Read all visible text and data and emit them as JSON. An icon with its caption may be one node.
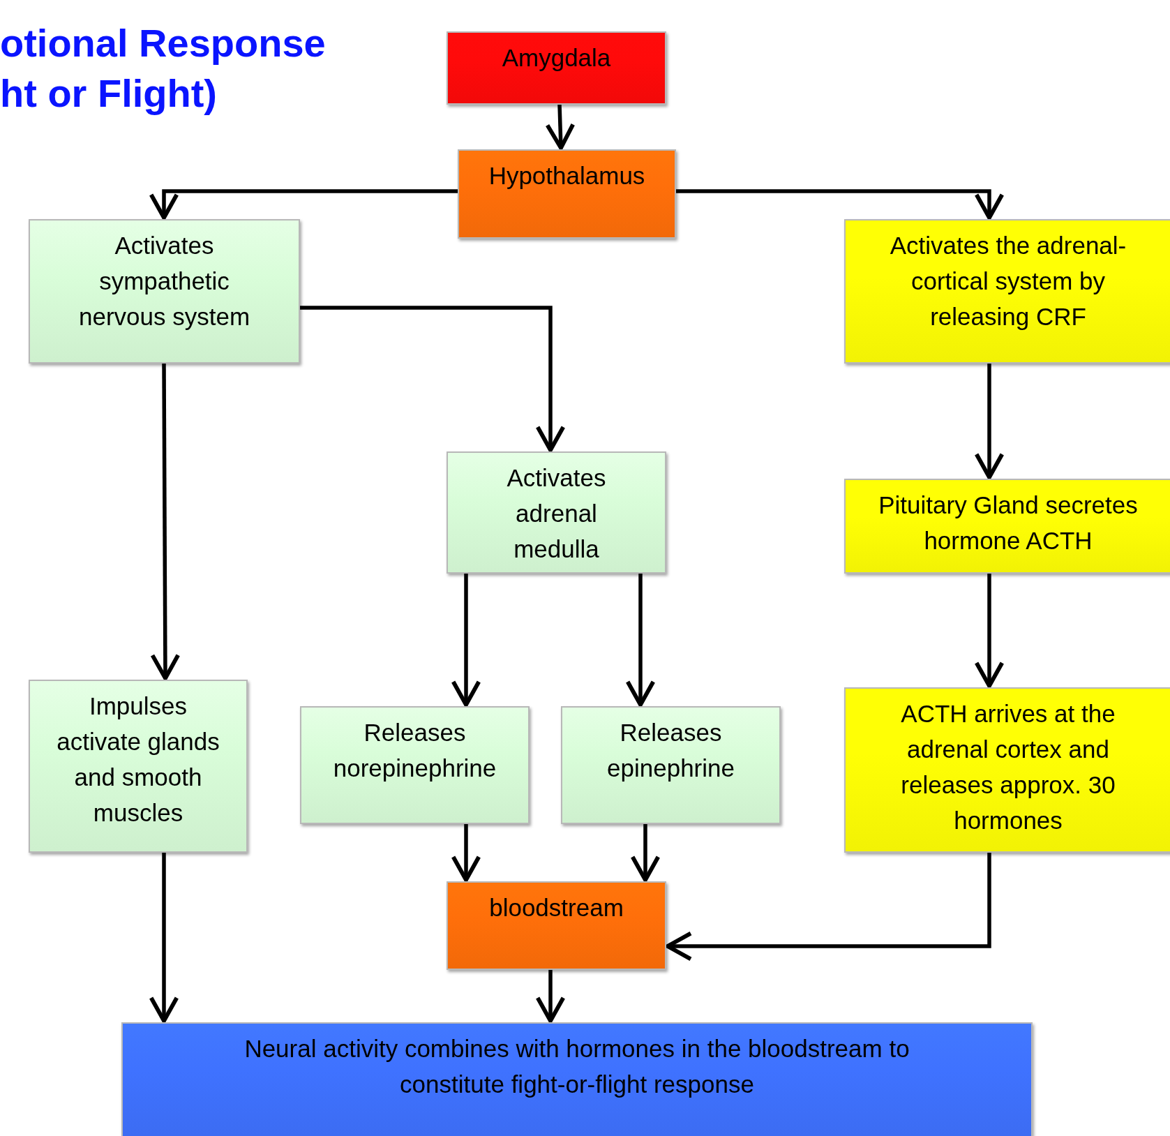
{
  "diagram": {
    "title": "otional Response ht or Flight)",
    "nodes": [
      {
        "text": [
          "Amygdala"
        ]
      },
      {
        "text": [
          "Hypothalamus"
        ]
      },
      {
        "text": [
          "Activates sympathetic nervous system"
        ]
      },
      {
        "text": [
          "Activates the adrenal-cortical system by releasing CRF"
        ]
      },
      {
        "text": [
          "Activates adrenal medulla"
        ]
      },
      {
        "text": [
          "Pituitary Gland secretes hormone ACTH"
        ]
      },
      {
        "text": [
          "Impulses activate glands and smooth muscles"
        ]
      },
      {
        "text": [
          "Releases norepinephrine"
        ]
      },
      {
        "text": [
          "Releases epinephrine"
        ]
      },
      {
        "text": [
          "ACTH arrives at the adrenal cortex and releases approx. 30 hormones"
        ]
      },
      {
        "text": [
          "bloodstream"
        ]
      },
      {
        "text": [
          "Neural activity combines with hormones in the bloodstream to constitute fight-or-flight response"
        ]
      }
    ],
    "edges": [
      {
        "from": 0,
        "to": 1,
        "arrow": "to"
      },
      {
        "from": 1,
        "to": 2,
        "arrow": "to"
      },
      {
        "from": 1,
        "to": 3,
        "arrow": "to"
      },
      {
        "from": 2,
        "to": 4,
        "arrow": "to"
      },
      {
        "from": 2,
        "to": 6,
        "arrow": "to"
      },
      {
        "from": 3,
        "to": 5,
        "arrow": "to"
      },
      {
        "from": 4,
        "to": 7,
        "arrow": "to"
      },
      {
        "from": 4,
        "to": 8,
        "arrow": "to"
      },
      {
        "from": 5,
        "to": 9,
        "arrow": "to"
      },
      {
        "from": 6,
        "to": 11,
        "arrow": "to"
      },
      {
        "from": 7,
        "to": 10,
        "arrow": "to"
      },
      {
        "from": 8,
        "to": 10,
        "arrow": "to"
      },
      {
        "from": 9,
        "to": 10,
        "arrow": "to"
      },
      {
        "from": 10,
        "to": 11,
        "arrow": "to"
      }
    ]
  }
}
